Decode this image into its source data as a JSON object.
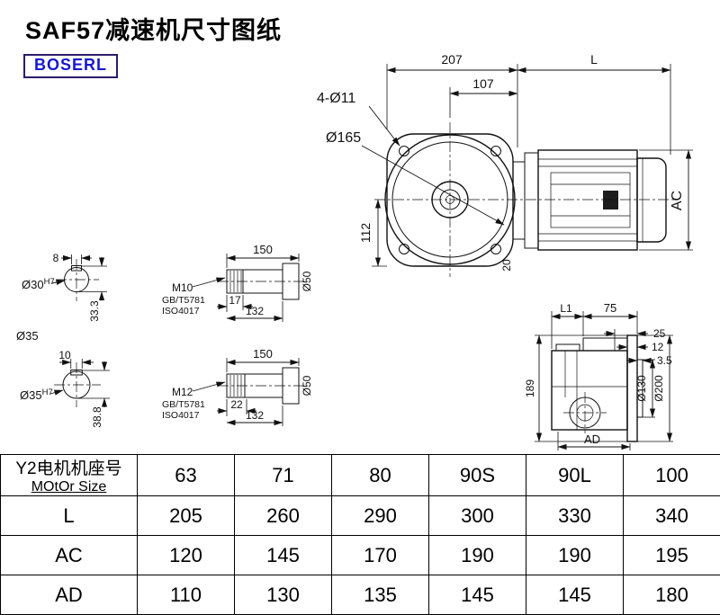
{
  "title": "SAF57减速机尺寸图纸",
  "brand": "BOSERL",
  "front_view": {
    "dim_207": "207",
    "dim_L": "L",
    "dim_107": "107",
    "dim_bolt_holes": "4-Ø11",
    "dim_flange_dia": "Ø165",
    "dim_112": "112",
    "dim_AC": "AC",
    "dim_20": "20"
  },
  "shaft_section_a": {
    "key_width": "8",
    "bore": "Ø30",
    "bore_tol": "H7",
    "key_depth": "33.3"
  },
  "shaft_section_b": {
    "label_d35": "Ø35",
    "key_width": "10",
    "bore": "Ø35",
    "bore_tol": "H7",
    "key_depth": "38.8"
  },
  "shaft_detail_a": {
    "length": "150",
    "thread": "M10",
    "std_gb": "GB/T5781",
    "std_iso": "ISO4017",
    "thread_len": "17",
    "body_len": "132",
    "dia": "Ø50"
  },
  "shaft_detail_b": {
    "length": "150",
    "thread": "M12",
    "std_gb": "GB/T5781",
    "std_iso": "ISO4017",
    "thread_len": "22",
    "body_len": "132",
    "dia": "Ø50"
  },
  "side_view": {
    "dim_L1": "L1",
    "dim_75": "75",
    "dim_25": "25",
    "dim_12": "12",
    "dim_3_5": "3.5",
    "dim_189": "189",
    "dim_d130": "Ø130",
    "dim_d200": "Ø200",
    "dim_AD": "AD"
  },
  "table": {
    "header": {
      "label_cn": "Y2电机机座号",
      "label_en": "MOtOr Size",
      "sizes": [
        "63",
        "71",
        "80",
        "90S",
        "90L",
        "100"
      ]
    },
    "rows": [
      {
        "label": "L",
        "values": [
          "205",
          "260",
          "290",
          "300",
          "330",
          "340"
        ]
      },
      {
        "label": "AC",
        "values": [
          "120",
          "145",
          "170",
          "190",
          "190",
          "195"
        ]
      },
      {
        "label": "AD",
        "values": [
          "110",
          "130",
          "135",
          "145",
          "145",
          "180"
        ]
      }
    ]
  }
}
